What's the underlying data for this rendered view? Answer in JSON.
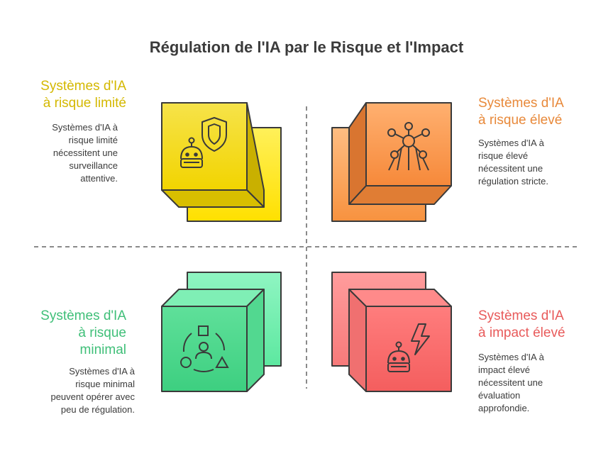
{
  "title": "Régulation de l'IA par le Risque et l'Impact",
  "quadrants": {
    "limited": {
      "heading": [
        "Systèmes d'IA",
        "à risque limité"
      ],
      "description": [
        "Systèmes d'IA à",
        "risque limité",
        "nécessitent une",
        "surveillance",
        "attentive."
      ],
      "color": "#e0c400",
      "icons": [
        "shield-icon",
        "robot-icon"
      ]
    },
    "high": {
      "heading": [
        "Systèmes d'IA",
        "à risque élevé"
      ],
      "description": [
        "Systèmes d'IA à",
        "risque élevé",
        "nécessitent une",
        "régulation stricte."
      ],
      "color": "#e8893a",
      "icons": [
        "network-icon"
      ]
    },
    "minimal": {
      "heading": [
        "Systèmes d'IA",
        "à risque",
        "minimal"
      ],
      "description": [
        "Systèmes d'IA à",
        "risque minimal",
        "peuvent opérer avec",
        "peu de régulation."
      ],
      "color": "#3fbf78",
      "icons": [
        "shapes-person-icon"
      ]
    },
    "impact": {
      "heading": [
        "Systèmes d'IA",
        "à impact élevé"
      ],
      "description": [
        "Systèmes d'IA à",
        "impact élevé",
        "nécessitent une",
        "évaluation",
        "approfondie."
      ],
      "color": "#e85a5a",
      "icons": [
        "robot-icon",
        "lightning-icon"
      ]
    }
  }
}
